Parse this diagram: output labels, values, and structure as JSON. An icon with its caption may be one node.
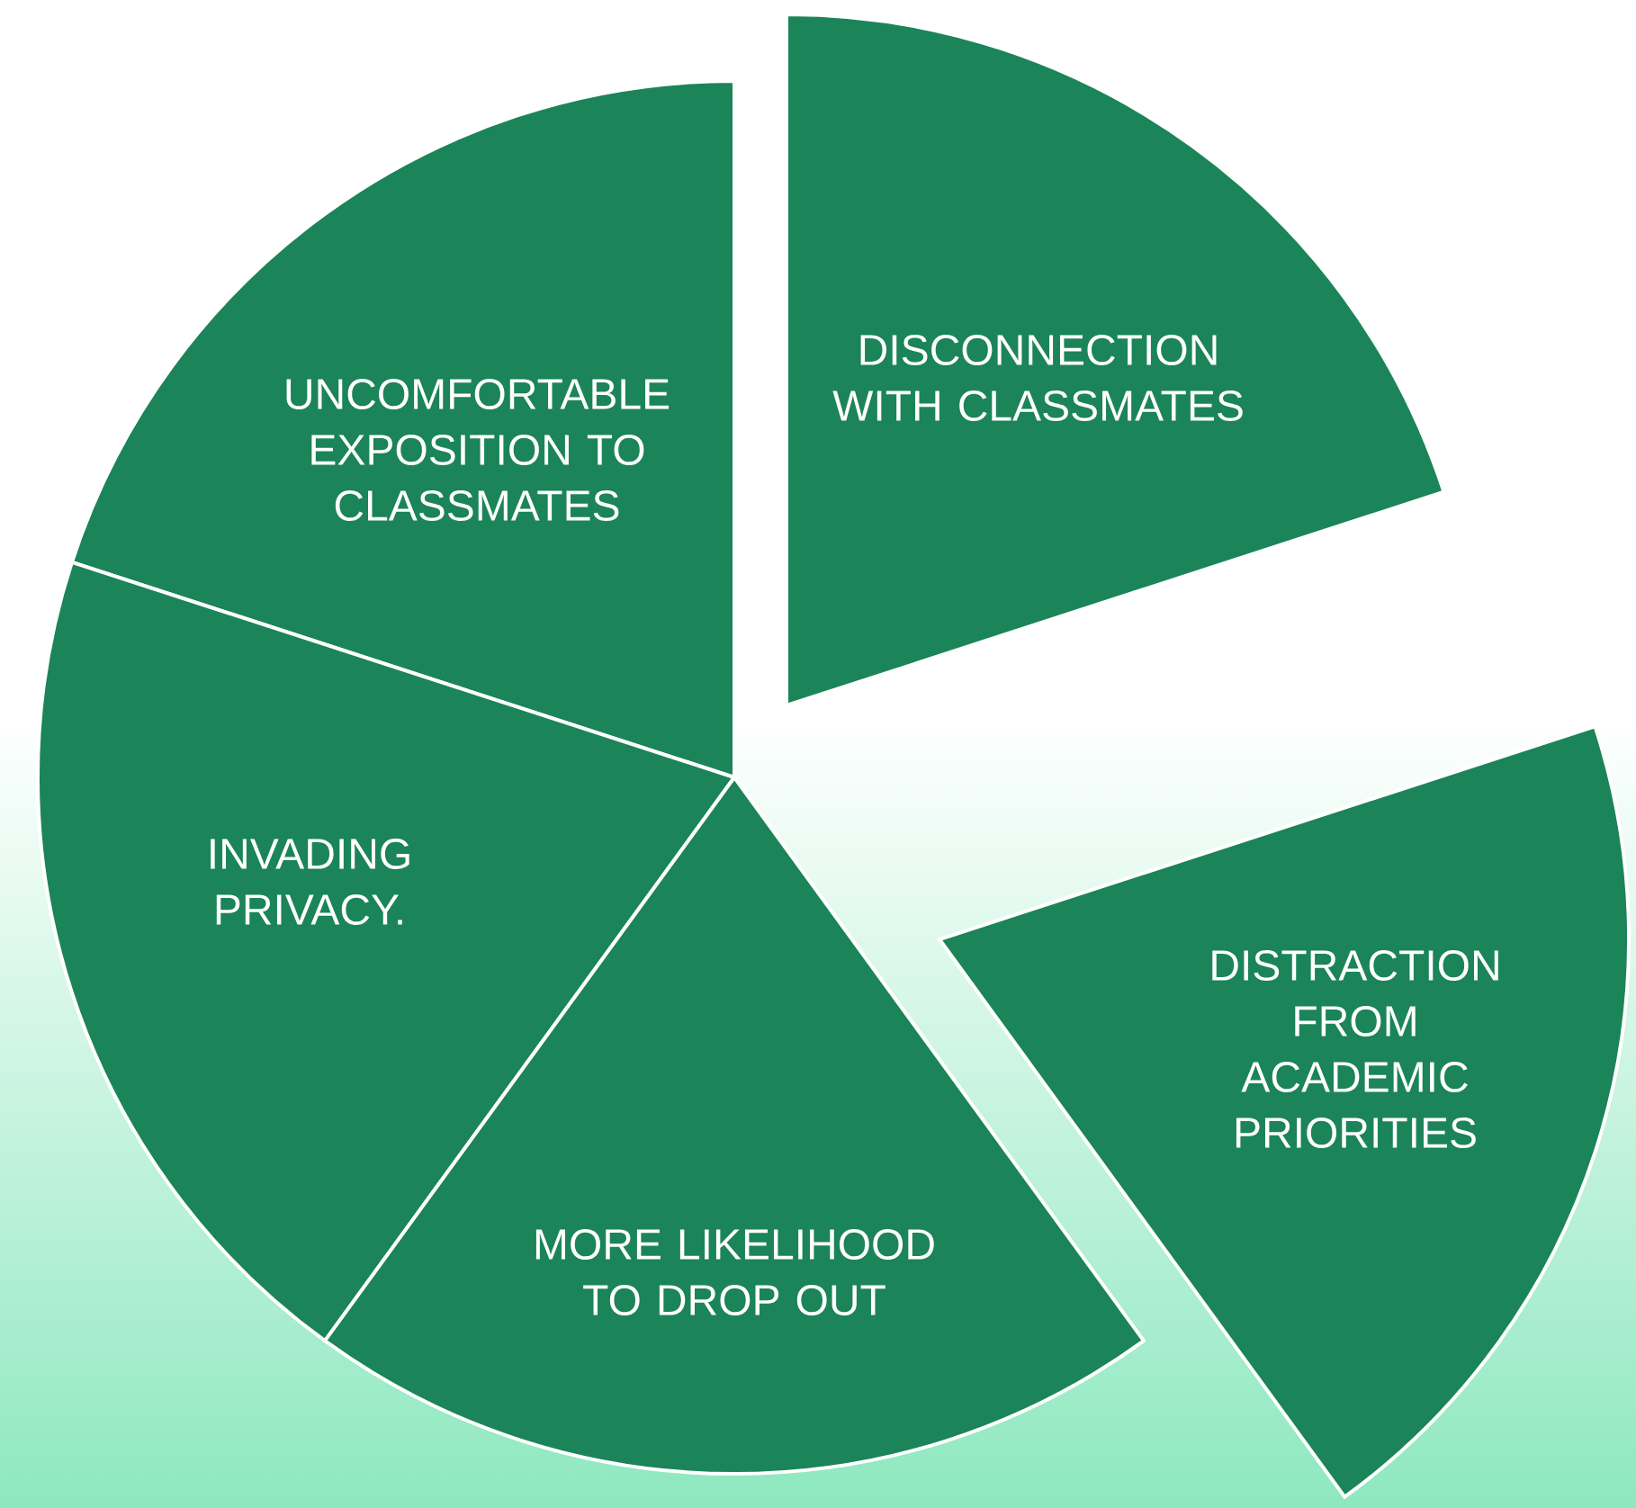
{
  "diagram": {
    "nodes": [
      {
        "text": [
          "DISCONNECTION WITH CLASSMATES"
        ]
      },
      {
        "text": [
          "UNCOMFORTABLE EXPOSITION TO CLASSMATES"
        ]
      },
      {
        "text": [
          "INVADING PRIVACY."
        ]
      },
      {
        "text": [
          "MORE LIKELIHOOD TO DROP OUT"
        ]
      },
      {
        "text": [
          "DISTRACTION FROM ACADEMIC PRIORITIES"
        ]
      }
    ]
  }
}
